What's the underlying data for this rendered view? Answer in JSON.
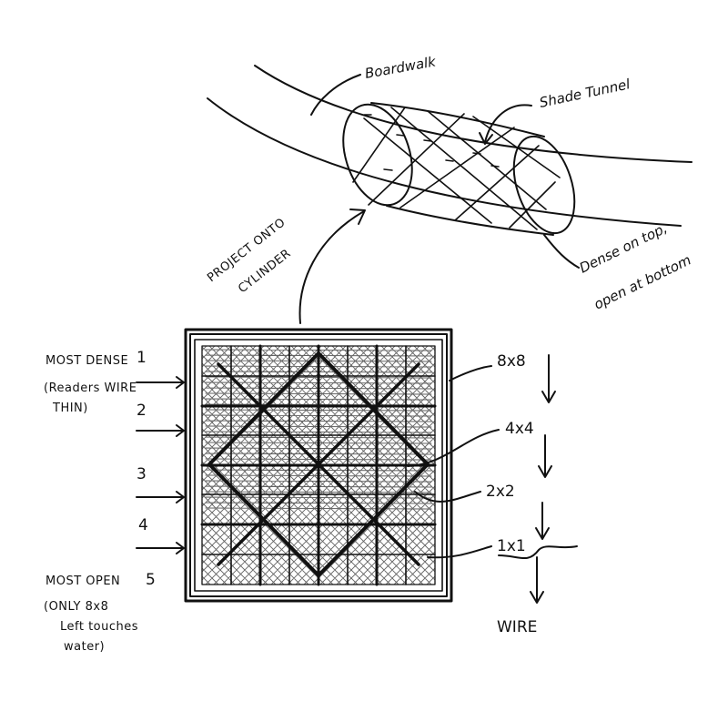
{
  "tunnel_labels": {
    "boardwalk": "Boardwalk",
    "shade_tunnel": "Shade Tunnel",
    "dense_line1": "Dense on top,",
    "dense_line2": "open at bottom",
    "project_line1": "PROJECT ONTO",
    "project_line2": "CYLINDER"
  },
  "rows": [
    {
      "number": "1",
      "note": [
        "MOST DENSE",
        "(Readers WIRE",
        "THIN)"
      ]
    },
    {
      "number": "2",
      "note": []
    },
    {
      "number": "3",
      "note": []
    },
    {
      "number": "4",
      "note": []
    },
    {
      "number": "5",
      "note": [
        "MOST OPEN",
        "(ONLY 8x8",
        "Left touches",
        "water)"
      ]
    }
  ],
  "grid_labels": [
    "8x8",
    "4x4",
    "2x2",
    "1x1"
  ],
  "wire_label": "WIRE"
}
